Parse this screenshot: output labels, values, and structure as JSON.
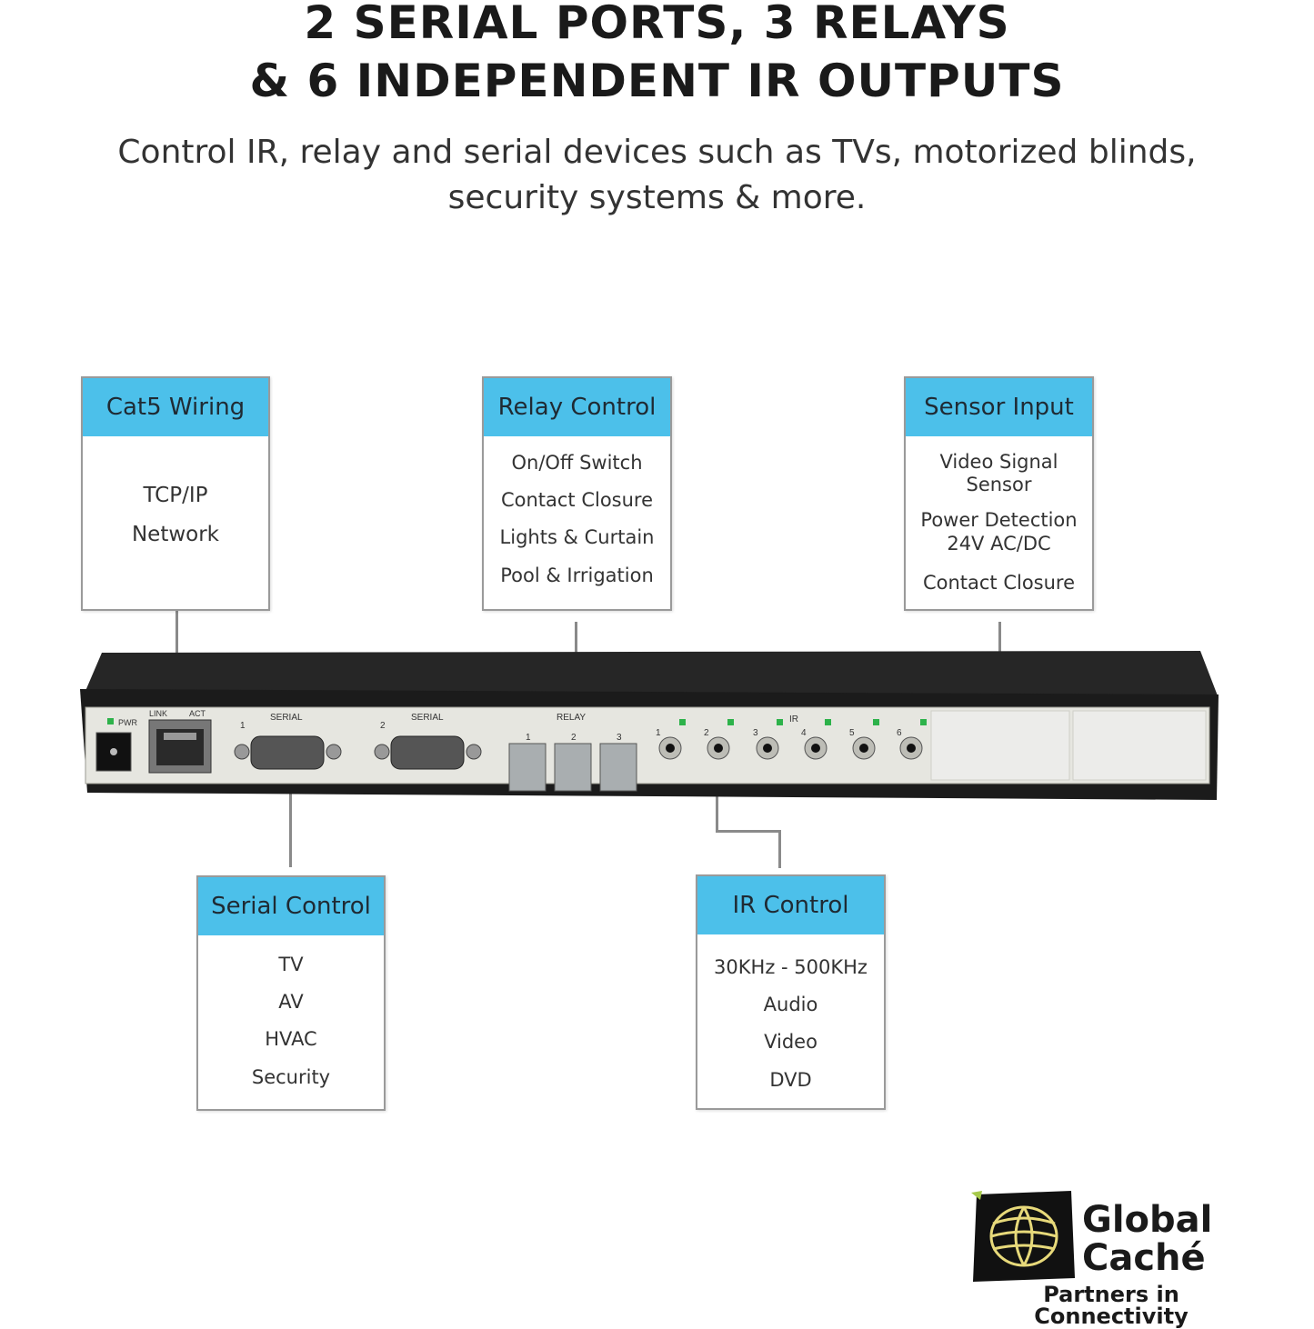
{
  "header": {
    "title_line1": "2 SERIAL PORTS, 3 RELAYS",
    "title_line2": "& 6 INDEPENDENT IR OUTPUTS",
    "subtitle_line1": "Control IR, relay and serial devices such as TVs, motorized blinds,",
    "subtitle_line2": "security systems & more."
  },
  "callouts": {
    "cat5": {
      "title": "Cat5 Wiring",
      "items": [
        "TCP/IP",
        "Network"
      ]
    },
    "relay": {
      "title": "Relay Control",
      "items": [
        "On/Off Switch",
        "Contact Closure",
        "Lights & Curtain",
        "Pool & Irrigation"
      ]
    },
    "sensor": {
      "title": "Sensor Input",
      "items": [
        "Video Signal\nSensor",
        "Power Detection\n24V AC/DC",
        "Contact Closure"
      ]
    },
    "serial": {
      "title": "Serial Control",
      "items": [
        "TV",
        "AV",
        "HVAC",
        "Security"
      ]
    },
    "ir": {
      "title": "IR Control",
      "items": [
        "30KHz - 500KHz",
        "Audio",
        "Video",
        "DVD"
      ]
    }
  },
  "device": {
    "pwr_label": "PWR",
    "link_label": "LINK",
    "act_label": "ACT",
    "serial_label": "SERIAL",
    "relay_label": "RELAY",
    "ir_label": "IR",
    "port_numbers": [
      "1",
      "2",
      "3",
      "4",
      "5",
      "6"
    ]
  },
  "brand": {
    "name_line1": "Global",
    "name_line2": "Caché",
    "tagline": "Partners in Connectivity"
  },
  "colors": {
    "accent": "#4cc0ea",
    "device_body": "#1c1c1c",
    "panel": "#e6e6e0",
    "led": "#2db24a"
  }
}
